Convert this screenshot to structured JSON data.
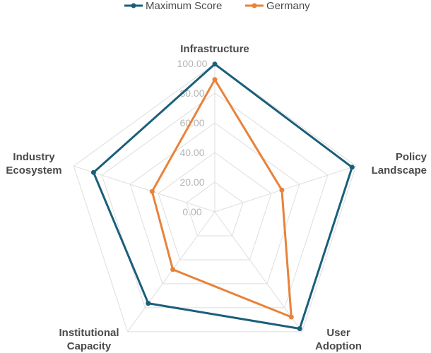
{
  "chart_data": {
    "type": "radar",
    "categories": [
      "Infrastructure",
      "Policy Landscape",
      "User Adoption",
      "Institutional Capacity",
      "Industry Ecosystem"
    ],
    "category_lines": [
      [
        "Infrastructure"
      ],
      [
        "Policy",
        "Landscape"
      ],
      [
        "User",
        "Adoption"
      ],
      [
        "Institutional",
        "Capacity"
      ],
      [
        "Industry",
        "Ecosystem"
      ]
    ],
    "series": [
      {
        "name": "Maximum Score",
        "color": "#1a5f7a",
        "values": [
          99.6,
          97.3,
          97.4,
          76.3,
          85.9
        ]
      },
      {
        "name": "Germany",
        "color": "#e8823a",
        "values": [
          89.2,
          47.5,
          87.7,
          48.1,
          44.4
        ]
      }
    ],
    "r_ticks": [
      "0.00",
      "20.00",
      "40.00",
      "60.00",
      "80.00",
      "100.00"
    ],
    "r_range": [
      0,
      100
    ],
    "grid": true,
    "legend_position": "top"
  }
}
